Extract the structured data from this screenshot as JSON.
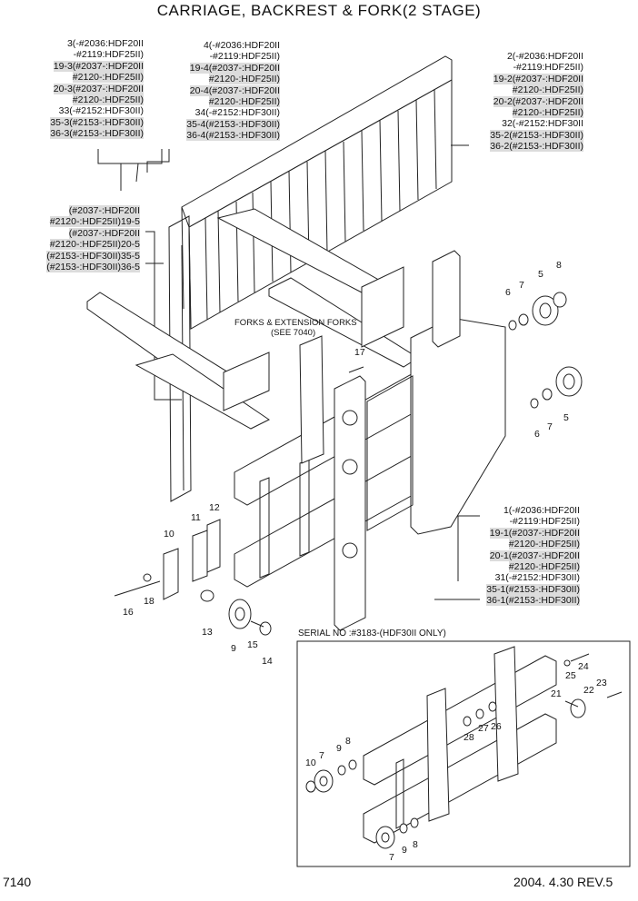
{
  "title": "CARRIAGE, BACKREST & FORK(2 STAGE)",
  "page_no": "7140",
  "revision": "2004. 4.30 REV.5",
  "callouts": {
    "left_top": [
      "3(-#2036:HDF20II",
      "-#2119:HDF25II)",
      "19-3(#2037-:HDF20II",
      "#2120-:HDF25II)",
      "20-3(#2037-:HDF20II",
      "#2120-:HDF25II)",
      "33(-#2152:HDF30II)",
      "35-3(#2153-:HDF30II)",
      "36-3(#2153-:HDF30II)"
    ],
    "mid_top": [
      "4(-#2036:HDF20II",
      "-#2119:HDF25II)",
      "19-4(#2037-:HDF20II",
      "#2120-:HDF25II)",
      "20-4(#2037-:HDF20II",
      "#2120-:HDF25II)",
      "34(-#2152:HDF30II)",
      "35-4(#2153-:HDF30II)",
      "36-4(#2153-:HDF30II)"
    ],
    "right_top": [
      "2(-#2036:HDF20II",
      "-#2119:HDF25II)",
      "19-2(#2037-:HDF20II",
      "#2120-:HDF25II)",
      "20-2(#2037-:HDF20II",
      "#2120-:HDF25II)",
      "32(-#2152:HDF30II",
      "35-2(#2153-:HDF30II)",
      "36-2(#2153-:HDF30II)"
    ],
    "left_mid": [
      "(#2037-:HDF20II",
      "#2120-:HDF25II)19-5",
      "(#2037-:HDF20II",
      "#2120-:HDF25II)20-5",
      "(#2153-:HDF30II)35-5",
      "(#2153-:HDF30II)36-5"
    ],
    "right_mid": [
      "1(-#2036:HDF20II",
      "-#2119:HDF25II)",
      "19-1(#2037-:HDF20II",
      "#2120-:HDF25II)",
      "20-1(#2037-:HDF20II",
      "#2120-:HDF25II)",
      "31(-#2152:HDF30II)",
      "35-1(#2153-:HDF30II)",
      "36-1(#2153-:HDF30II)"
    ]
  },
  "forks_note": [
    "FORKS & EXTENSION FORKS",
    "(SEE 7040)"
  ],
  "serial_note": "SERIAL NO :#3183-(HDF30II ONLY)",
  "part_numbers": {
    "p17": "17",
    "p6a": "6",
    "p7a": "7",
    "p5a": "5",
    "p8a": "8",
    "p6b": "6",
    "p7b": "7",
    "p5b": "5",
    "p12": "12",
    "p11": "11",
    "p10": "10",
    "p16": "16",
    "p18": "18",
    "p13": "13",
    "p9": "9",
    "p15": "15",
    "p14": "14",
    "p24": "24",
    "p25": "25",
    "p21": "21",
    "p22": "22",
    "p23": "23",
    "p26": "26",
    "p27": "27",
    "p28": "28",
    "p10b": "10",
    "p7c": "7",
    "p9c": "9",
    "p8c": "8",
    "p7d": "7",
    "p9d": "9",
    "p8d": "8"
  }
}
